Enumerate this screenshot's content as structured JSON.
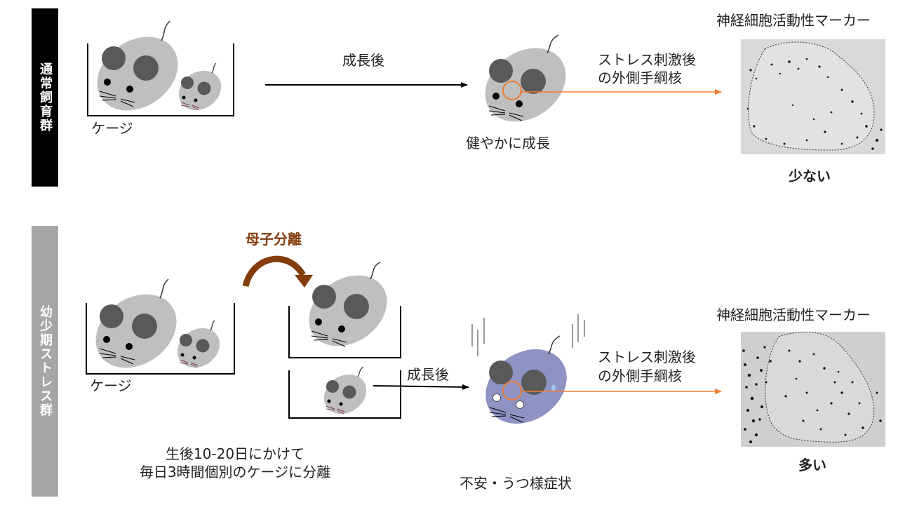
{
  "rows": {
    "normal": {
      "label": "通常飼育群",
      "cage_label": "ケージ",
      "arrow_label": "成長後",
      "outcome": "健やかに成長",
      "stress_label_line1": "ストレス刺激後",
      "stress_label_line2": "の外側手綱核",
      "marker_title": "神経細胞活動性マーカー",
      "result": "少ない"
    },
    "stress": {
      "label": "幼少期ストレス群",
      "cage_label": "ケージ",
      "separation_title": "母子分離",
      "arrow_label": "成長後",
      "note_line1": "生後10-20日にかけて",
      "note_line2": "毎日3時間個別のケージに分離",
      "outcome": "不安・うつ様症状",
      "stress_label_line1": "ストレス刺激後",
      "stress_label_line2": "の外側手綱核",
      "marker_title": "神経細胞活動性マーカー",
      "result": "多い"
    }
  },
  "colors": {
    "normal_label_bg": "#000000",
    "stress_label_bg": "#a6a6a6",
    "mouse_body": "#bfbfbf",
    "mouse_ear": "#595959",
    "stressed_mouse_body": "#8f93c4",
    "orange_arrow": "#ed7d31",
    "separation_arrow": "#843c0c"
  }
}
